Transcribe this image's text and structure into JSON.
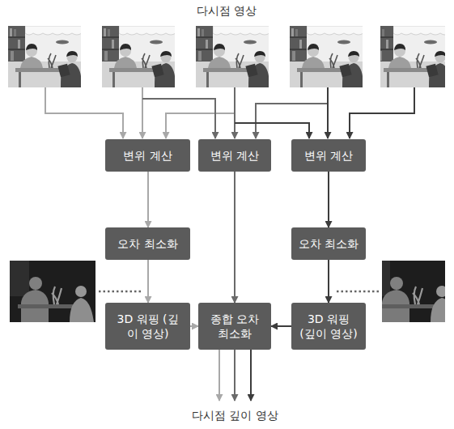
{
  "diagram": {
    "title": "다시점 영상",
    "nodes": [
      {
        "text": [
          "변위 계산"
        ]
      },
      {
        "text": [
          "변위 계산"
        ]
      },
      {
        "text": [
          "변위 계산"
        ]
      },
      {
        "text": [
          "오차 최소화"
        ]
      },
      {
        "text": [
          "오차 최소화"
        ]
      },
      {
        "text": [
          "3D 워핑 (깊이 영상)"
        ]
      },
      {
        "text": [
          "종합 오차 최소화"
        ]
      },
      {
        "text": [
          "3D 워핑 (깊이 영상)"
        ]
      }
    ],
    "edges": [
      {
        "from": 0,
        "to": 3,
        "arrow": "to"
      },
      {
        "from": 3,
        "to": 5,
        "arrow": "to"
      },
      {
        "from": 5,
        "to": 6,
        "arrow": "to"
      },
      {
        "from": 1,
        "to": 6,
        "arrow": "to"
      },
      {
        "from": 2,
        "to": 4,
        "arrow": "to"
      },
      {
        "from": 4,
        "to": 7,
        "arrow": "to"
      },
      {
        "from": 7,
        "to": 6,
        "arrow": "to"
      }
    ],
    "labels": [
      "다시점 깊이 영상"
    ]
  }
}
